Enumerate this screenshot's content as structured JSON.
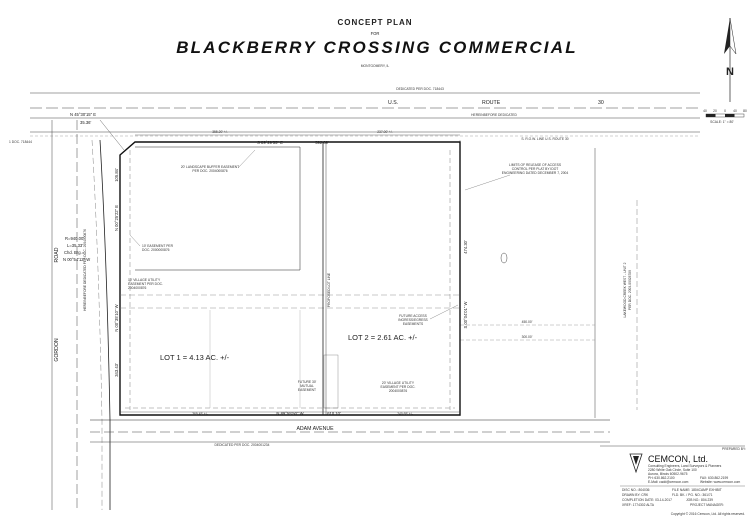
{
  "title": {
    "line1": "CONCEPT PLAN",
    "line2": "FOR",
    "main": "BLACKBERRY CROSSING COMMERCIAL",
    "location": "MONTGOMERY, IL"
  },
  "north_arrow": {
    "letter": "N"
  },
  "scale_bar": {
    "ticks": [
      "40",
      "20",
      "0",
      "40",
      "80"
    ],
    "label": "SCALE: 1\" = 80'"
  },
  "roads": {
    "us_prefix": "U.S.",
    "route_word": "ROUTE",
    "route_num": "30",
    "gordon_left": "GORDON",
    "gordon_right": "ROAD",
    "adam": "ADAM   AVENUE",
    "dedicated_top": "DEDICATED PER DOC. 718443",
    "dedicated_bottom": "DEDICATED PER DOC. 2004001234",
    "hereinbefore": "HEREINBEFORE DEDICATED",
    "row_line": "S. R.O.W. LINE U.S. ROUTE 30",
    "doc_left": "1 DOC. 718444"
  },
  "bearings": {
    "corner": "N 45°30'15\" E",
    "corner_dist": "35.36'",
    "top": "S 89°29'55\" E",
    "top_dist": "592.09'",
    "top_left_seg": "355.20' +/-",
    "top_right_seg": "237.00' +/-",
    "left_upper": "N 00°25'22\" E",
    "left_upper_dist": "105.84'",
    "left_lower": "N 00°35'10\" W",
    "left_lower_dist": "343.43'",
    "curve_r": "R=940.00'",
    "curve_l": "L=35.33'",
    "curve_brg": "Chd. Brg.=",
    "curve_brg_val": "N 00°54'12\" W",
    "right": "S 00°04'01\" W",
    "right_dist": "474.30'",
    "bottom": "N 89°55'50\" W",
    "bottom_dist": "610.10'",
    "bottom_left_seg": "369.45' +/-",
    "bottom_right_seg": "240.65' +/-"
  },
  "lots": {
    "lot1": "LOT 1 = 4.13 AC. +/-",
    "lot2": "LOT 2 = 2.61 AC. +/-",
    "lot_line": "PROPOSED LOT LINE"
  },
  "notes": {
    "buffer": [
      "20' LANDSCAPE BUFFER EASEMENT",
      "PER DOC. 2004000876"
    ],
    "easement10": [
      "10' EASEMENT PER",
      "DOC. 2000000876"
    ],
    "utility10": [
      "10' VILLAGE UTILITY",
      "EASEMENT PER DOC.",
      "2004000876"
    ],
    "access_limits": [
      "LIMITS OF RELEASE OF ACCESS",
      "CONTROL PER PLAT BY IDOT",
      "ENGINEERING DATED DECEMBER 7, 2004"
    ],
    "future_access": [
      "FUTURE ACCESS",
      "INGRESS/EGRESS",
      "EASEMENTS"
    ],
    "future_mutual": [
      "FUTURE 30'",
      "MUTUAL",
      "EASEMENT"
    ],
    "village_utility": [
      "20' VILLAGE UTILITY",
      "EASEMENT PER DOC.",
      "2004000876"
    ],
    "gordon_doc": "HEREINBEFORE DEDICATED PER DOC. 2004000876",
    "lakewood": [
      "LAKEWOOD CREEK WEST - UNIT 2",
      "PER DOC. 2003-00028789"
    ],
    "dim_left": "450.00'",
    "dim_right": "300.00'"
  },
  "firm": {
    "prepared_by": "PREPARED BY:",
    "name": "CEMCON, Ltd.",
    "subtitle": "Consulting Engineers, Land Surveyors & Planners",
    "address": "2280 White Oak Circle, Suite 100",
    "city": "Aurora, Illinois 60502-9675",
    "ph": "PH: 630.862.2100",
    "fax": "FAX: 630.862.2199",
    "email": "E-Mail: cadd@cemcon.com",
    "website": "Website: www.cemcon.com",
    "disc": "DISC NO.: 804036",
    "file": "FILE NAME: 1804CAMP EXHIBIT",
    "drawn": "DRAWN BY: CRK",
    "fld": "FLD. BK. / PG. NO.: 361/71",
    "completion": "COMPLETION DATE: 03-14-2017",
    "job": "JOB NO.: 804.239",
    "xref": "XREF: 1774302 ALTA",
    "pm": "PROJECT MANAGER:"
  },
  "copyright": "Copyright © 2016 Cemcon, Ltd. All rights reserved."
}
